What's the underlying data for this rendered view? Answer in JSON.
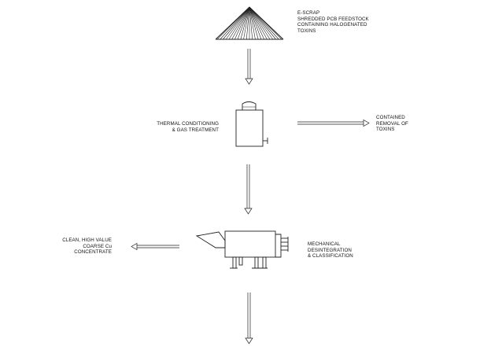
{
  "labels": {
    "feedstock": [
      "E-SCRAP",
      "SHREDDED PCB FEEDSTOCK",
      "CONTAINING HALOGENATED",
      "TOXINS"
    ],
    "thermal": [
      "THERMAL CONDITIONING",
      "& GAS TREATMENT"
    ],
    "toxins": [
      "CONTAINED",
      "REMOVAL OF",
      "TOXINS"
    ],
    "concentrate": [
      "CLEAN, HIGH VALUE",
      "COARSE Cu",
      "CONCENTRATE"
    ],
    "mechanical": [
      "MECHANICAL",
      "DESINTEGRATION",
      "& CLASSIFICATION"
    ]
  }
}
